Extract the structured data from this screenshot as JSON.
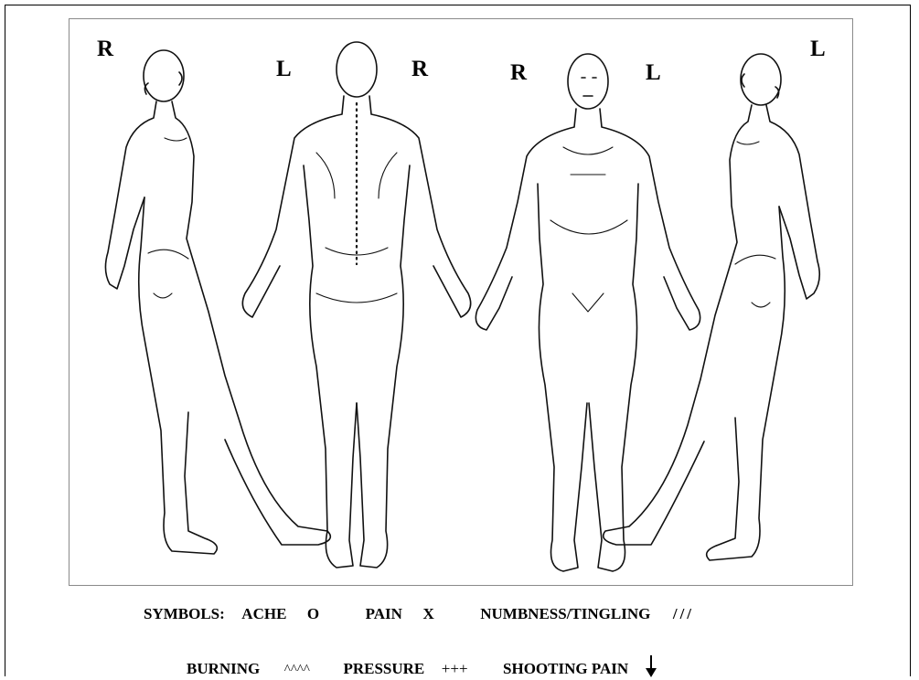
{
  "figure": {
    "labels": {
      "side_right_a": "R",
      "back_left": "L",
      "back_right": "R",
      "front_right": "R",
      "front_left": "L",
      "side_left": "L"
    }
  },
  "legend": {
    "heading": "SYMBOLS:",
    "ache_label": "ACHE",
    "ache_symbol": "O",
    "pain_label": "PAIN",
    "pain_symbol": "X",
    "numbness_label": "NUMBNESS/TINGLING",
    "numbness_symbol": "///",
    "burning_label": "BURNING",
    "burning_symbol": "^^^^",
    "pressure_label": "PRESSURE",
    "pressure_symbol": "+++",
    "shooting_label": "SHOOTING PAIN",
    "shooting_symbol": "down-arrow-icon"
  }
}
